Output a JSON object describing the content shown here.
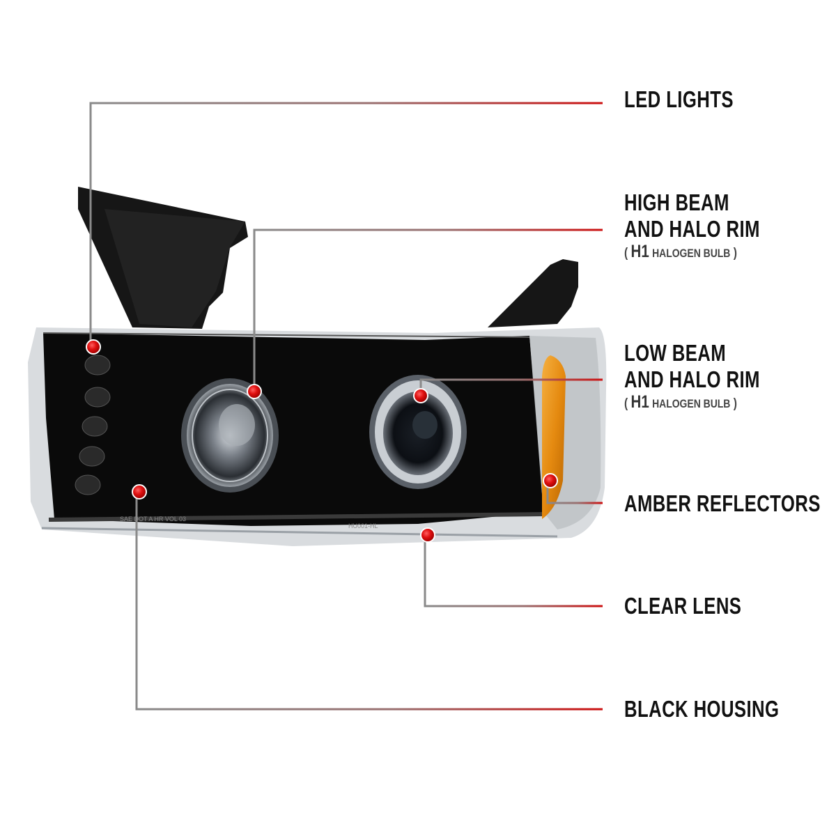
{
  "image": {
    "alt": "Black projector headlight with halo rims, LED lights and amber reflector"
  },
  "callouts": {
    "led": {
      "label": "LED LIGHTS"
    },
    "high": {
      "line1": "HIGH BEAM",
      "line2": "AND HALO RIM",
      "bulb_open": "(",
      "bulb_code": "H1",
      "bulb_text": "HALOGEN BULB",
      "bulb_close": ")"
    },
    "low": {
      "line1": "LOW BEAM",
      "line2": "AND HALO RIM",
      "bulb_open": "(",
      "bulb_code": "H1",
      "bulb_text": "HALOGEN BULB",
      "bulb_close": ")"
    },
    "amber": {
      "label": "AMBER REFLECTORS"
    },
    "lens": {
      "label": "CLEAR LENS"
    },
    "housing": {
      "label": "BLACK HOUSING"
    }
  },
  "lens_markings": [
    "SAE DOT A HR VOL 03",
    "HU001-HL"
  ],
  "colors": {
    "accent_red": "#cc1111",
    "leader_gray": "#8a8a8a",
    "marker_red": "#e01010",
    "amber": "#e58a10",
    "housing": "#0a0a0a"
  }
}
